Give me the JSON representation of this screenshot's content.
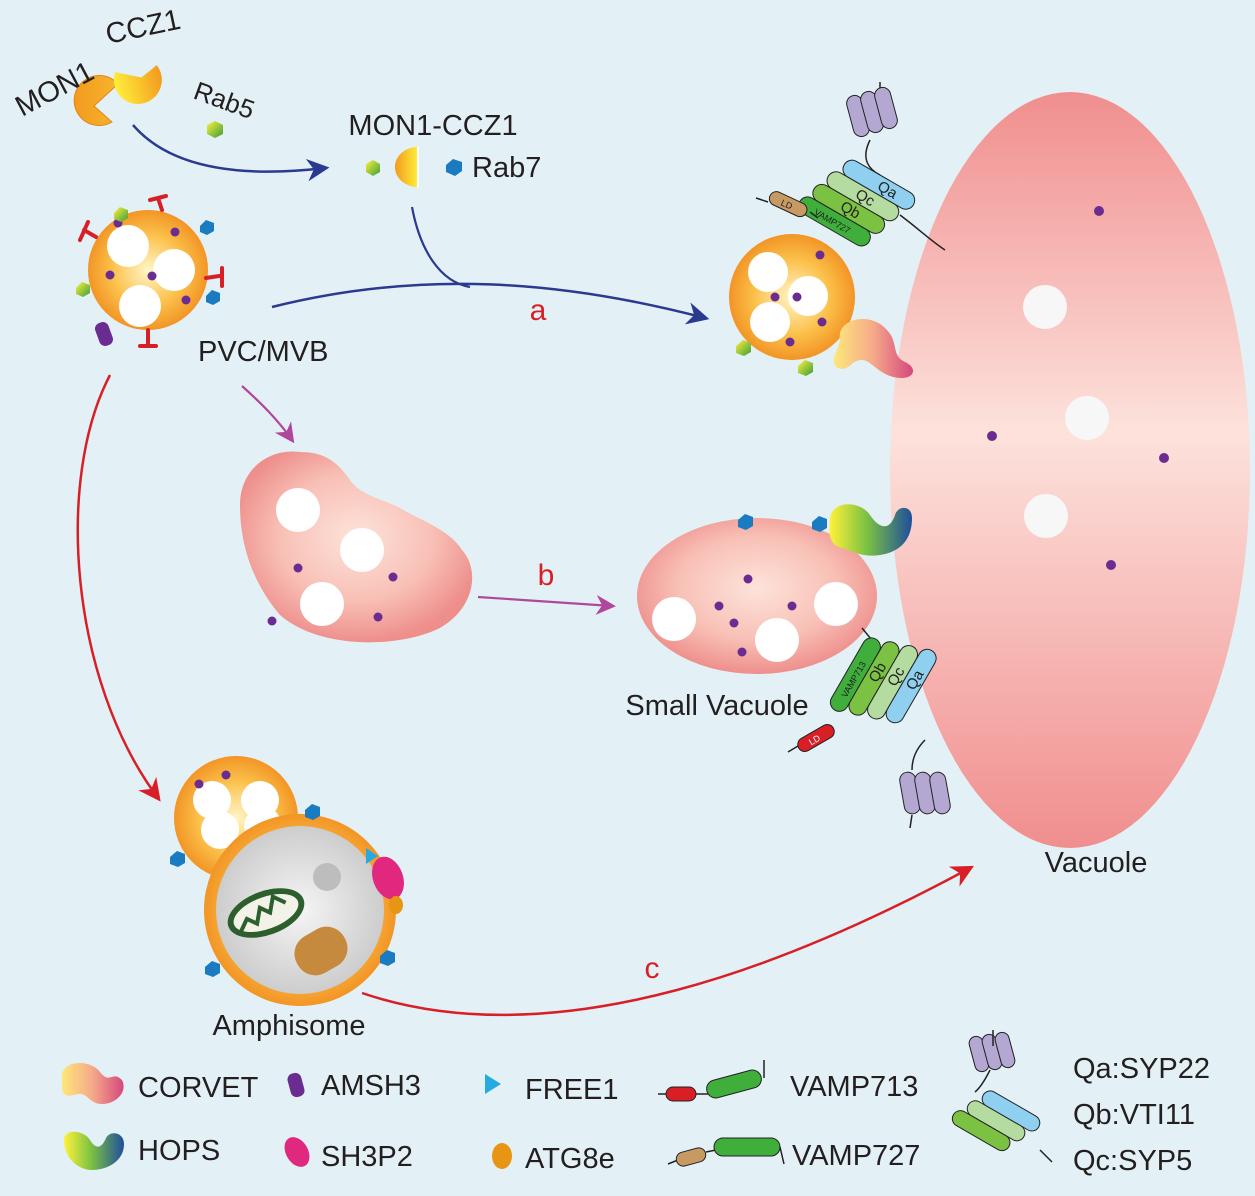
{
  "labels": {
    "mon1": "MON1",
    "ccz1": "CCZ1",
    "rab5": "Rab5",
    "complex": "MON1-CCZ1",
    "rab7": "Rab7",
    "pvc_mvb": "PVC/MVB",
    "small_vacuole": "Small Vacuole",
    "amphisome": "Amphisome",
    "vacuole": "Vacuole"
  },
  "pathways": {
    "a": "a",
    "b": "b",
    "c": "c"
  },
  "snare_labels": {
    "qa": "Qa",
    "qc": "Qc",
    "qb": "Qb",
    "vamp727": "VAMP727",
    "vamp713": "VAMP713",
    "ld": "LD"
  },
  "legend": {
    "corvet": "CORVET",
    "amsh3": "AMSH3",
    "free1": "FREE1",
    "vamp713": "VAMP713",
    "hops": "HOPS",
    "sh3p2": "SH3P2",
    "atg8e": "ATG8e",
    "vamp727": "VAMP727",
    "qa": "Qa:SYP22",
    "qb": "Qb:VTI11",
    "qc": "Qc:SYP5"
  },
  "colors": {
    "background": "#e3f1f6",
    "arrow_blue": "#2a3a8f",
    "arrow_red": "#d81f26",
    "arrow_magenta": "#b0479c",
    "cargo_purple": "#6b2c91",
    "rab_blue": "#1a7bc0"
  }
}
